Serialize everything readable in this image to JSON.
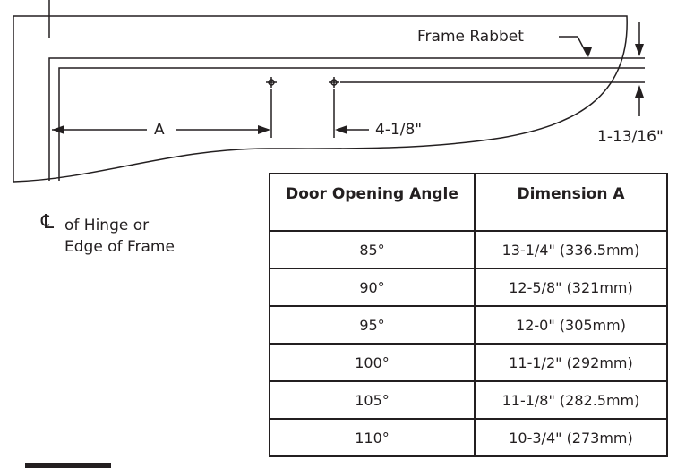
{
  "labels": {
    "frame_rabbet": "Frame Rabbet",
    "dim_a": "A",
    "dim_4_1_8": "4-1/8\"",
    "dim_1_13_16": "1-13/16\"",
    "cl_symbol": "℄",
    "hinge_line1": "of Hinge or",
    "hinge_line2": "Edge of Frame"
  },
  "table": {
    "headers": [
      "Door Opening Angle",
      "Dimension A"
    ],
    "rows": [
      [
        "85°",
        "13-1/4\" (336.5mm)"
      ],
      [
        "90°",
        "12-5/8\" (321mm)"
      ],
      [
        "95°",
        "12-0\" (305mm)"
      ],
      [
        "100°",
        "11-1/2\" (292mm)"
      ],
      [
        "105°",
        "11-1/8\" (282.5mm)"
      ],
      [
        "110°",
        "10-3/4\" (273mm)"
      ]
    ]
  }
}
